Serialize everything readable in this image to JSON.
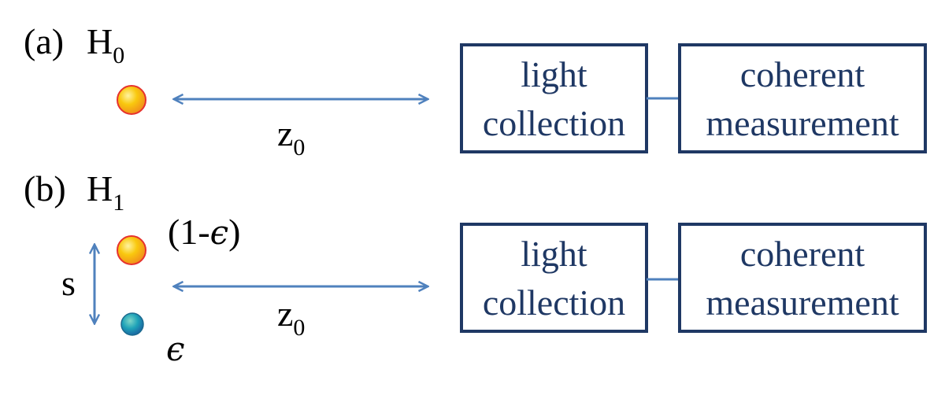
{
  "colors": {
    "accent": "#4f81bd",
    "box_border": "#1f3864",
    "box_text": "#1f3864",
    "source_main": "#f9c80e",
    "source_main_edge": "#e6322e",
    "source_weak": "#1fa3b8"
  },
  "panel_a": {
    "tag": "(a)",
    "hypothesis": "H",
    "hypothesis_sub": "0",
    "distance": "z",
    "distance_sub": "0",
    "box1_line1": "light",
    "box1_line2": "collection",
    "box2_line1": "coherent",
    "box2_line2": "measurement"
  },
  "panel_b": {
    "tag": "(b)",
    "hypothesis": "H",
    "hypothesis_sub": "1",
    "distance": "z",
    "distance_sub": "0",
    "separation": "s",
    "main_weight_open": "(1-",
    "epsilon": "ϵ",
    "main_weight_close": ")",
    "weak_weight": "ϵ",
    "box1_line1": "light",
    "box1_line2": "collection",
    "box2_line1": "coherent",
    "box2_line2": "measurement"
  }
}
